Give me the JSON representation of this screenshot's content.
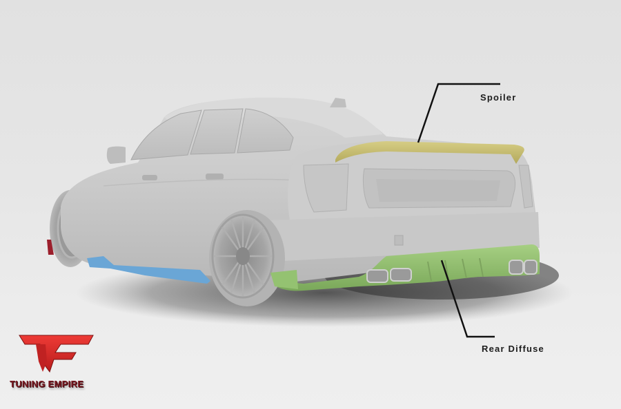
{
  "image": {
    "description": "3D render of a gray sedan rear three-quarter view with highlighted aftermarket body parts",
    "background_color": "#e4e4e4"
  },
  "callouts": [
    {
      "id": "spoiler",
      "label": "Spoiler",
      "part_color": "#c9bf72"
    },
    {
      "id": "rear-diffuser",
      "label": "Rear Diffuse",
      "part_color": "#8fbf6a"
    }
  ],
  "highlighted_parts": {
    "side_skirt_color": "#6aa6d6",
    "front_lip_color": "#9c1f2c"
  },
  "logo": {
    "brand_name": "TUNING EMPIRE",
    "mark": "TF",
    "mark_color": "#d42a2a",
    "text_color": "#7a1a22"
  }
}
